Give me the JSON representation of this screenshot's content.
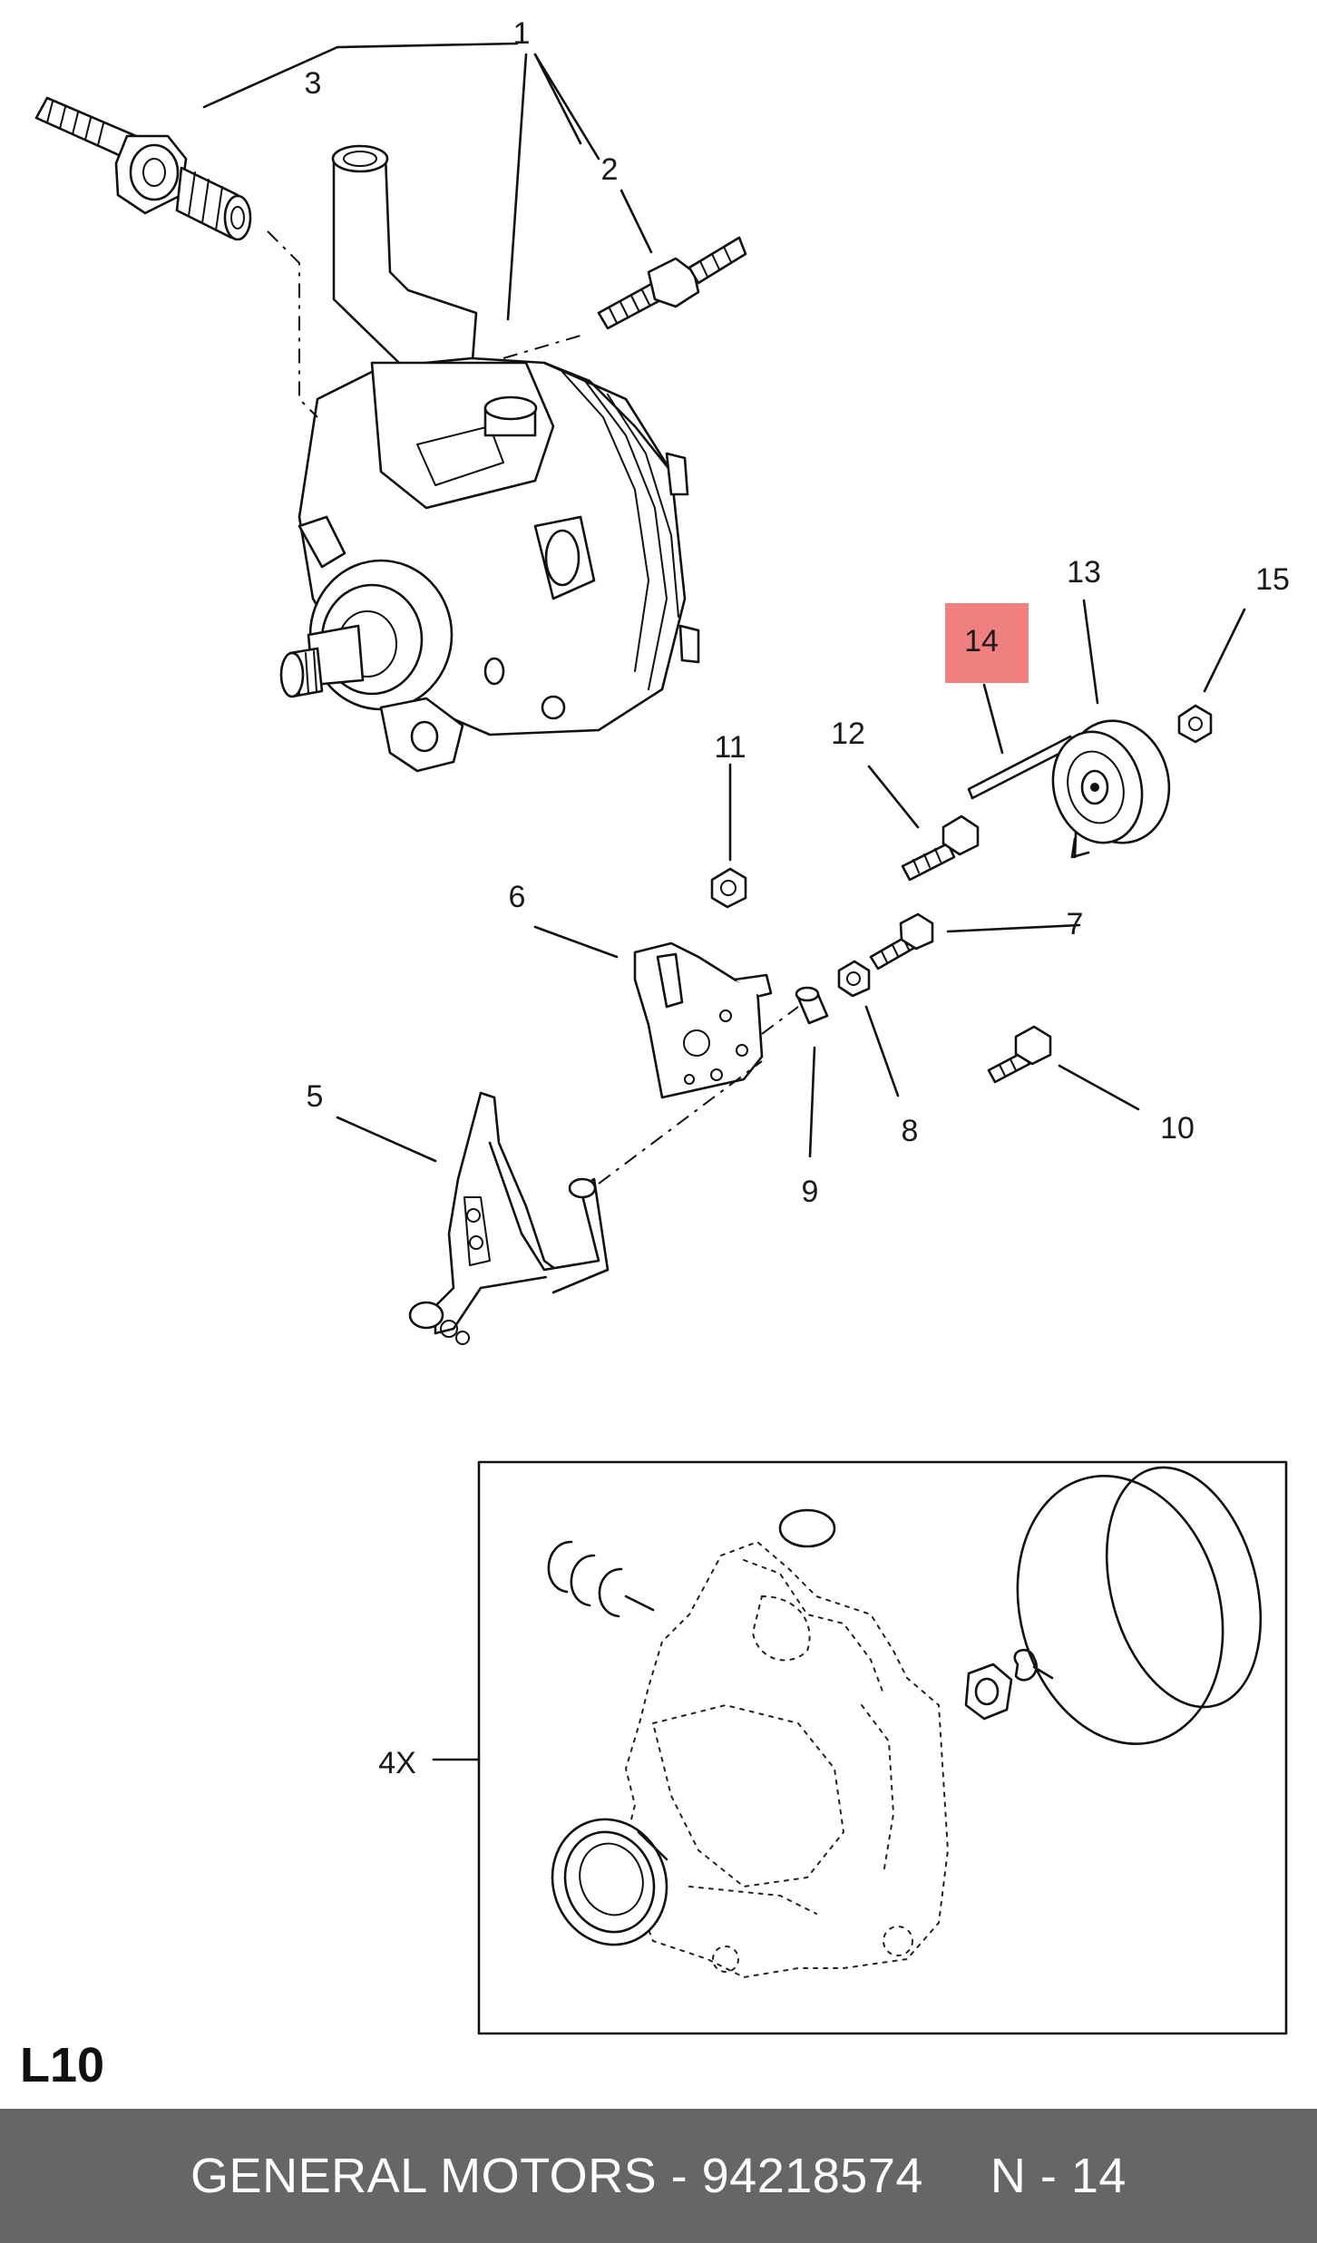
{
  "callouts": [
    {
      "id": "c1",
      "text": "1"
    },
    {
      "id": "c2",
      "text": "2"
    },
    {
      "id": "c3",
      "text": "3"
    },
    {
      "id": "c4x",
      "text": "4X"
    },
    {
      "id": "c5",
      "text": "5"
    },
    {
      "id": "c6",
      "text": "6"
    },
    {
      "id": "c7",
      "text": "7"
    },
    {
      "id": "c8",
      "text": "8"
    },
    {
      "id": "c9",
      "text": "9"
    },
    {
      "id": "c10",
      "text": "10"
    },
    {
      "id": "c11",
      "text": "11"
    },
    {
      "id": "c12",
      "text": "12"
    },
    {
      "id": "c13",
      "text": "13"
    },
    {
      "id": "c14",
      "text": "14"
    },
    {
      "id": "c15",
      "text": "15"
    }
  ],
  "highlight": {
    "callout": "14",
    "color": "#f08080"
  },
  "diagram_code": "L10",
  "footer": {
    "part_text": "GENERAL MOTORS - 94218574",
    "ref_text": "N - 14",
    "background": "#666666"
  }
}
